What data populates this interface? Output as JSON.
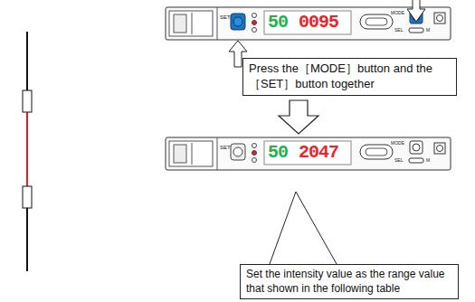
{
  "diagram": {
    "nodes": [
      {
        "text": [
          "Press the［MODE］button and the［SET］button together"
        ]
      },
      {
        "text": [
          "Set the intensity value as the range value that shown in the following table"
        ]
      }
    ],
    "labels": [
      "SET",
      "MODE",
      "SEL",
      "M",
      "50",
      "0095",
      "SET",
      "MODE",
      "SEL",
      "M",
      "50",
      "2047"
    ]
  }
}
